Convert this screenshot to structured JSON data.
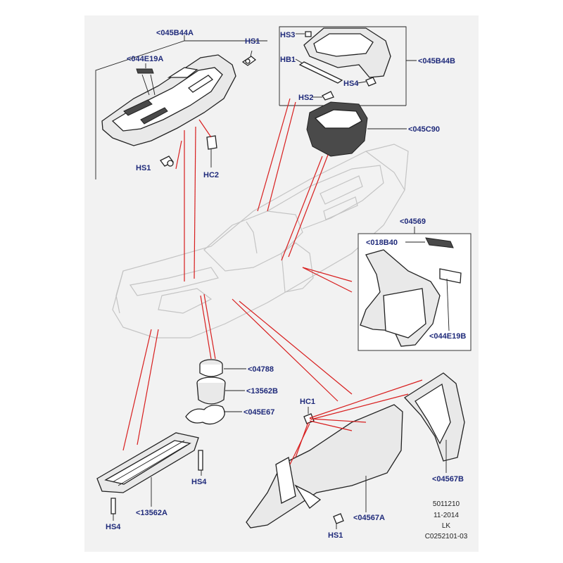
{
  "labels": {
    "armrest_lid": "<045B44A",
    "trim_insert_top": "<044E19A",
    "hs1_top": "HS1",
    "hs1_left": "HS1",
    "hc2": "HC2",
    "hs3": "HS3",
    "hb1": "HB1",
    "hs2": "HS2",
    "hs4_top": "HS4",
    "armrest_lid_b": "<045B44B",
    "storage_bin": "<045C90",
    "rear_panel": "<04569",
    "rear_vent": "<018B40",
    "trim_insert_rear": "<044E19B",
    "cup_insert": "<04788",
    "cup_holder": "<13562B",
    "cup_mat": "<045E67",
    "hc1": "HC1",
    "side_panel_a": "<04567A",
    "side_panel_b": "<04567B",
    "shifter_tray": "<13562A",
    "hs4_mid": "HS4",
    "hs4_bottom": "HS4",
    "hs1_bottom": "HS1"
  },
  "reference": {
    "line1": "5011210",
    "line2": "11-2014",
    "line3": "LK",
    "line4": "C0252101-03"
  }
}
